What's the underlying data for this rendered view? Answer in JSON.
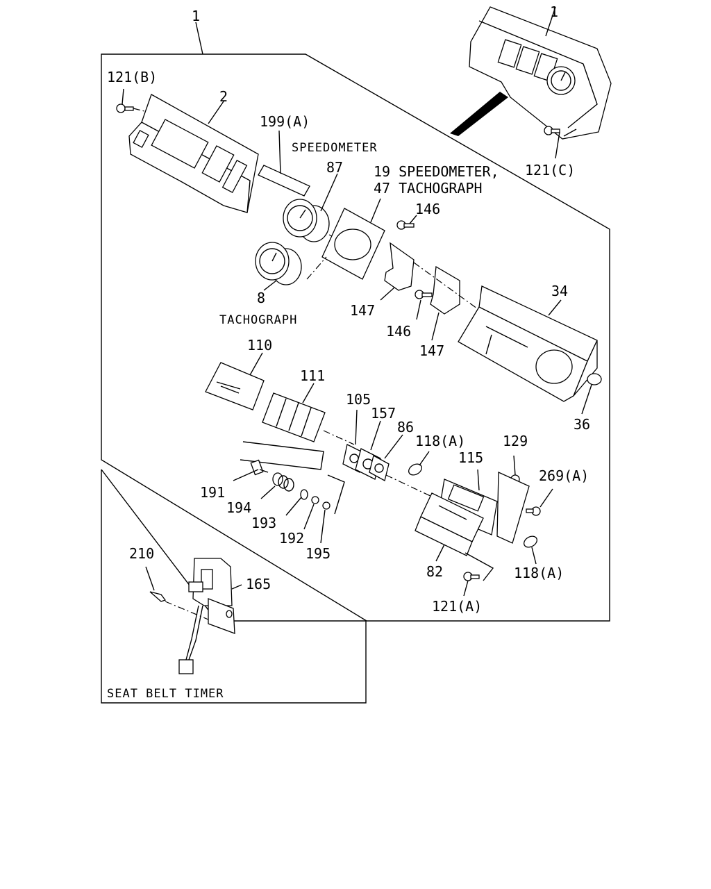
{
  "labels": {
    "l1_main": "1",
    "l1_ref": "1",
    "l121b": "121(B)",
    "l2": "2",
    "l199a": "199(A)",
    "speedometer": "SPEEDOMETER",
    "l87": "87",
    "l19": "19 SPEEDOMETER,",
    "l47": "47 TACHOGRAPH",
    "l121c": "121(C)",
    "l146a": "146",
    "l146b": "146",
    "l147a": "147",
    "l147b": "147",
    "l34": "34",
    "l8": "8",
    "tachograph": "TACHOGRAPH",
    "l110": "110",
    "l111": "111",
    "l105": "105",
    "l157": "157",
    "l86": "86",
    "l118a_top": "118(A)",
    "l129": "129",
    "l115": "115",
    "l269a": "269(A)",
    "l36": "36",
    "l191": "191",
    "l194": "194",
    "l193": "193",
    "l192": "192",
    "l195": "195",
    "l82": "82",
    "l118a_bot": "118(A)",
    "l121a": "121(A)",
    "l210": "210",
    "l165": "165",
    "seat_belt_timer": "SEAT BELT TIMER"
  }
}
